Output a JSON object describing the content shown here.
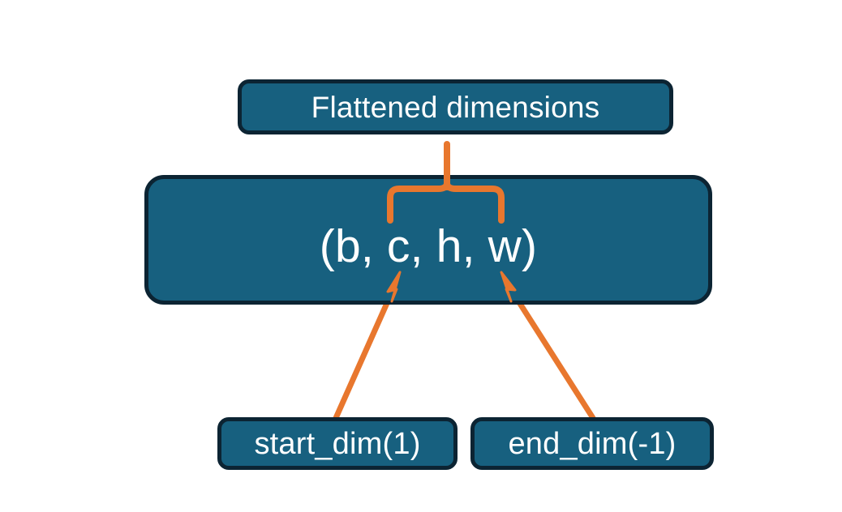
{
  "diagram": {
    "title_box": {
      "label": "Flattened dimensions",
      "name": "flattened-dimensions-box"
    },
    "shape_box": {
      "label": "(b, c, h, w)",
      "name": "tensor-shape-box"
    },
    "start_box": {
      "label": "start_dim(1)",
      "name": "start-dim-box"
    },
    "end_box": {
      "label": "end_dim(-1)",
      "name": "end-dim-box"
    },
    "connectors": {
      "brace": "curly-brace-up",
      "start_arrow": "arrow-start-dim-to-c",
      "end_arrow": "arrow-end-dim-to-w"
    },
    "colors": {
      "box_fill": "#17607F",
      "box_border": "#0C2433",
      "accent": "#E8772E",
      "text": "#FFFFFF",
      "background": "#FFFFFF"
    }
  }
}
